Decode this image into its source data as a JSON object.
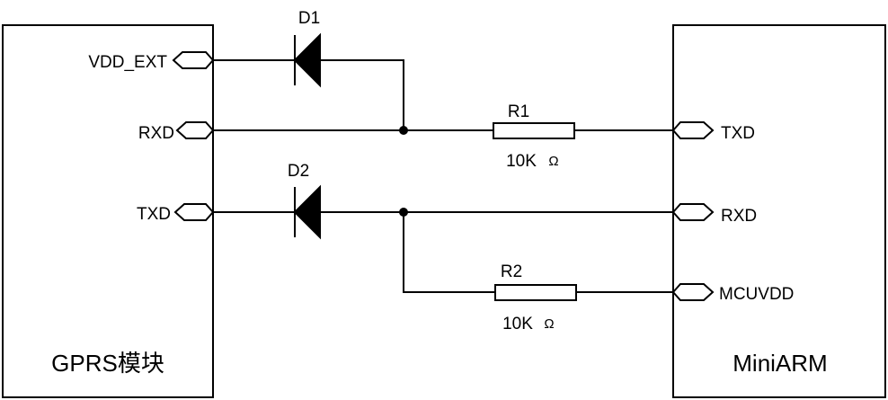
{
  "left_module": {
    "title": "GPRS模块",
    "pins": [
      "VDD_EXT",
      "RXD",
      "TXD"
    ]
  },
  "right_module": {
    "title": "MiniARM",
    "pins": [
      "TXD",
      "RXD",
      "MCUVDD"
    ]
  },
  "components": {
    "d1": {
      "label": "D1"
    },
    "d2": {
      "label": "D2"
    },
    "r1": {
      "label": "R1",
      "value": "10K",
      "unit": "Ω"
    },
    "r2": {
      "label": "R2",
      "value": "10K",
      "unit": "Ω"
    }
  }
}
